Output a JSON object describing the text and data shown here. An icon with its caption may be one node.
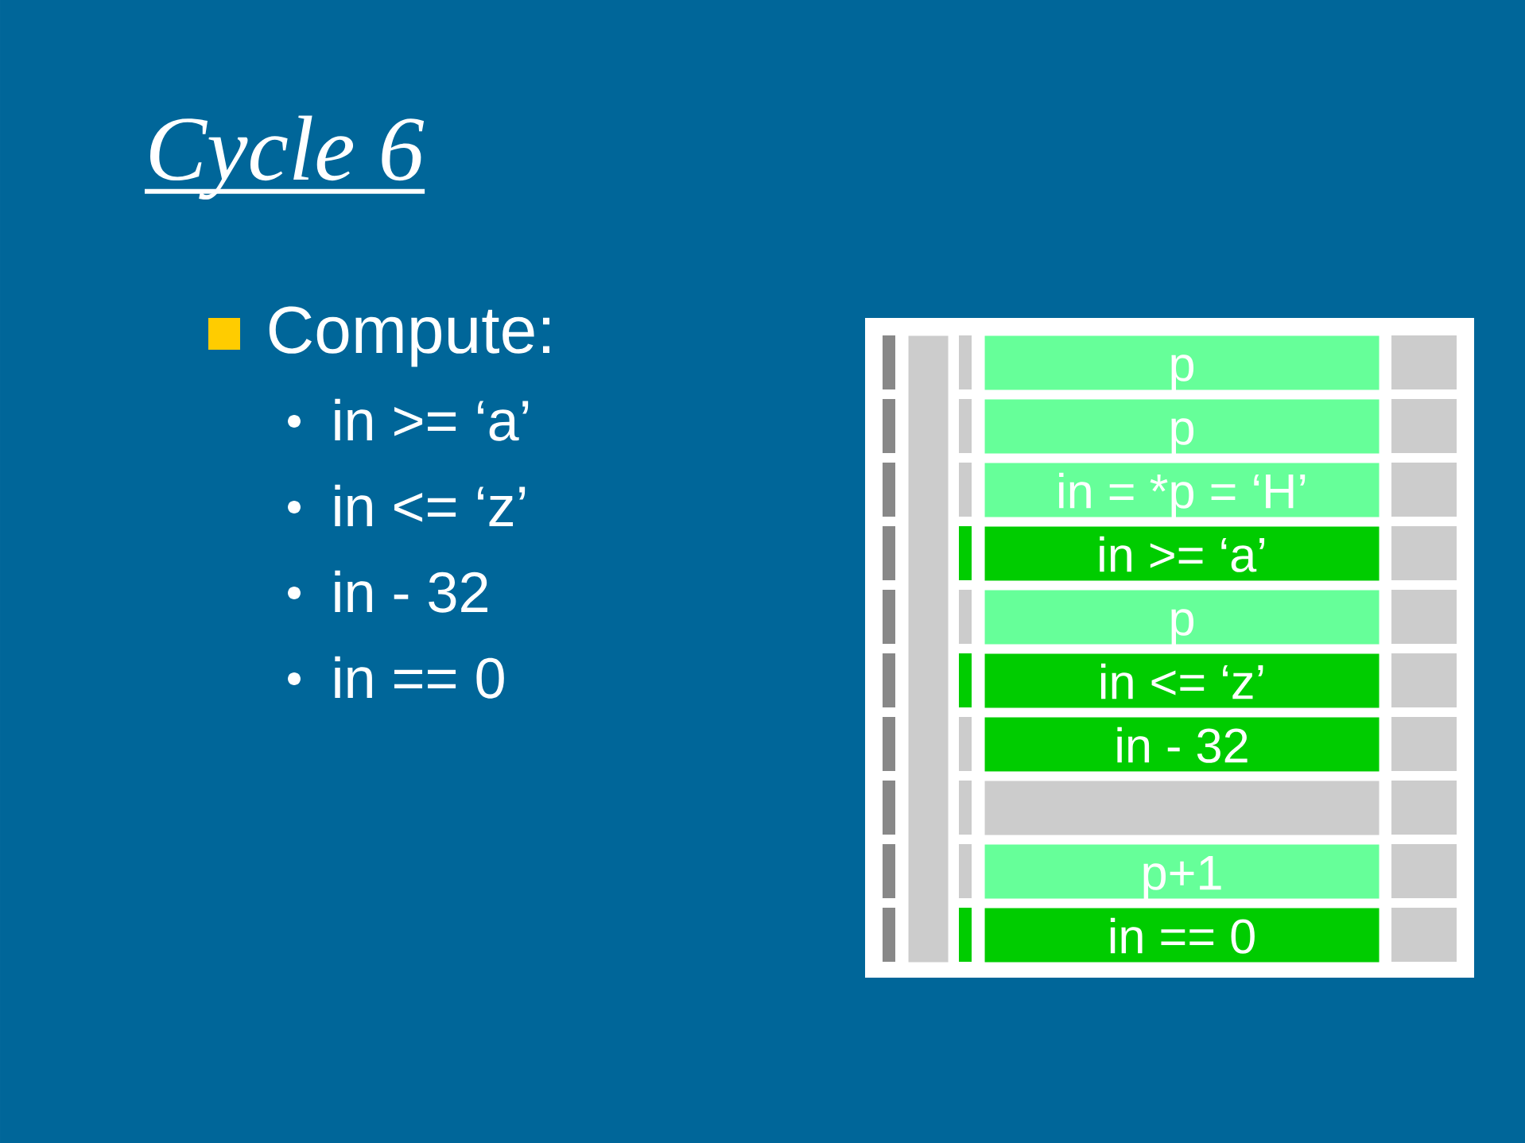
{
  "diagram": {
    "title": "Cycle 6",
    "nodes": [
      {
        "text": [],
        "shape": "bar"
      },
      {
        "text": [
          "p"
        ]
      },
      {
        "text": [
          "p"
        ]
      },
      {
        "text": [
          "in = *p = ‘H’"
        ]
      },
      {
        "text": [
          "in >= ‘a’"
        ]
      },
      {
        "text": [
          "p"
        ]
      },
      {
        "text": [
          "in <= ‘z’"
        ]
      },
      {
        "text": [
          "in - 32"
        ]
      },
      {
        "text": [],
        "shape": "box"
      },
      {
        "text": [
          "p+1"
        ]
      },
      {
        "text": [
          "in == 0"
        ]
      }
    ],
    "edges": [],
    "labels": [
      "Compute:",
      "in >= ‘a’",
      "in <= ‘z’",
      "in - 32",
      "in == 0"
    ]
  }
}
